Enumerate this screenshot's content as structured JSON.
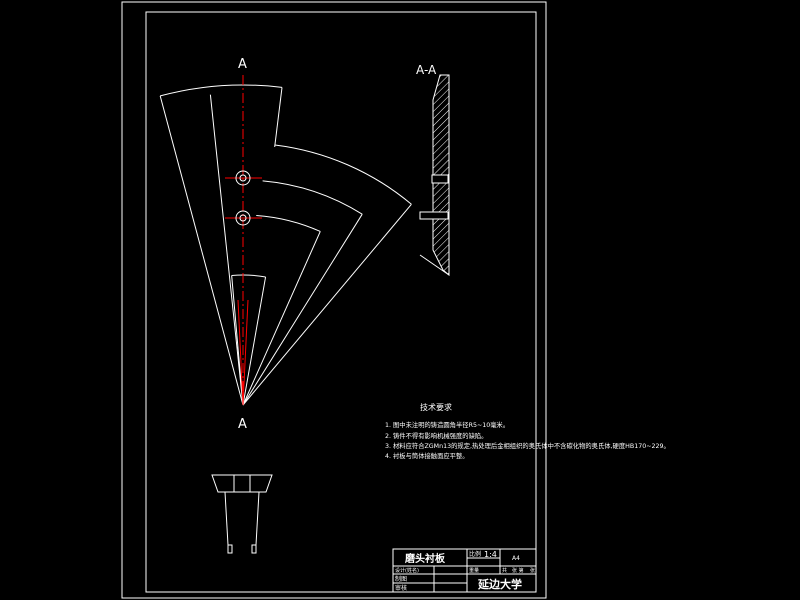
{
  "drawing": {
    "section_label_top": "A",
    "section_label_bottom": "A",
    "section_view_title": "A-A",
    "tech_requirements": {
      "title": "技术要求",
      "items": [
        "1. 图中未注明的铸造圆角半径R5~10毫米。",
        "2. 铸件不得有影响机械强度的缺陷。",
        "3. 材料应符合ZGMn13的规定,热处理后金相组织的奥氏体中不含碳化物的奥氏体,硬度HB170~229。",
        "4. 衬板与筒体接触面应平整。"
      ]
    },
    "title_block": {
      "part_name": "磨头衬板",
      "scale_label": "比例",
      "scale": "1:4",
      "sheet": "A4",
      "row2": [
        "设计(姓名)",
        "",
        "重量",
        "共",
        "张 第",
        "张"
      ],
      "designer_label": "制图",
      "reviewer_label": "审核",
      "school": "延边大学"
    },
    "colors": {
      "lines": "#ffffff",
      "centerline": "#ff0000",
      "background": "#000000"
    }
  }
}
